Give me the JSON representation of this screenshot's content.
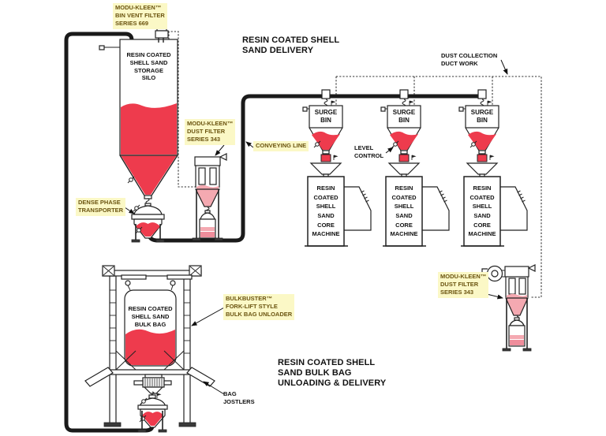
{
  "diagram": {
    "titles": {
      "delivery": "RESIN COATED SHELL\nSAND DELIVERY",
      "unloading": "RESIN COATED SHELL\nSAND BULK BAG\nUNLOADING & DELIVERY"
    },
    "callouts": {
      "bin_vent_filter": "MODU-KLEEN™\nBIN VENT FILTER\nSERIES 669",
      "dust_filter_top": "MODU-KLEEN™\nDUST FILTER\nSERIES 343",
      "dust_filter_bottom": "MODU-KLEEN™\nDUST FILTER\nSERIES 343",
      "conveying_line": "CONVEYING LINE",
      "dense_phase": "DENSE PHASE\nTRANSPORTER",
      "bulkbuster": "BULKBUSTER™\nFORK-LIFT STYLE\nBULK BAG UNLOADER",
      "dust_collection": "DUST COLLECTION\nDUCT WORK",
      "level_control": "LEVEL\nCONTROL",
      "bag_jostlers": "BAG\nJOSTLERS"
    },
    "equipment": {
      "storage_silo": "RESIN COATED\nSHELL SAND\nSTORAGE\nSILO",
      "surge_bin": "SURGE\nBIN",
      "core_machine": "RESIN\nCOATED\nSHELL\nSAND\nCORE\nMACHINE",
      "bulk_bag": "RESIN COATED\nSHELL SAND\nBULK BAG"
    },
    "colors": {
      "sand_red": "#ee3b4d",
      "dust_pink": "#f4a9b1",
      "dust_pink2": "#ef8d9b",
      "callout_yellow": "#fbf8c6",
      "callout_text": "#6b5410",
      "line_black": "#1a1a1a"
    }
  }
}
